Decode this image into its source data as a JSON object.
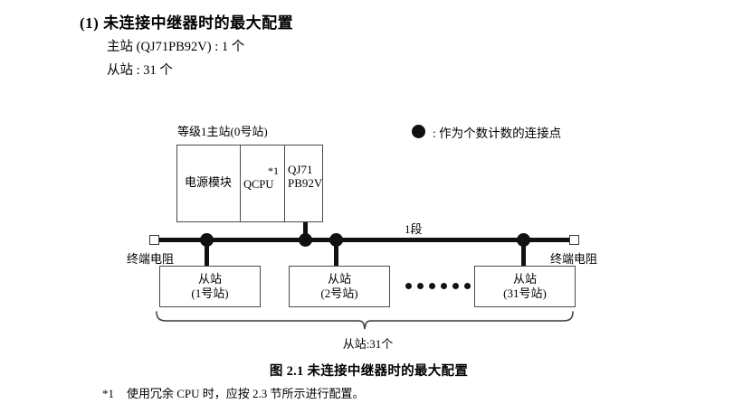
{
  "section": {
    "title": "(1) 未连接中继器时的最大配置",
    "lines": [
      "主站 (QJ71PB92V) : 1 个",
      "从站 : 31 个"
    ]
  },
  "legend": {
    "symbol": "filled-circle",
    "text": ": 作为个数计数的连接点"
  },
  "diagram": {
    "rack": {
      "caption": "等级1主站(0号站)",
      "cells": [
        {
          "label": "电源模块"
        },
        {
          "label": "QCPU",
          "footnote_mark": "*1"
        },
        {
          "label_line1": "QJ71",
          "label_line2": "PB92V"
        }
      ]
    },
    "bus": {
      "segment_label": "1段",
      "terminator_left": "终端电阻",
      "terminator_right": "终端电阻"
    },
    "slaves": [
      {
        "line1": "从站",
        "line2": "(1号站)"
      },
      {
        "line1": "从站",
        "line2": "(2号站)"
      },
      {
        "line1": "从站",
        "line2": "(31号站)"
      }
    ],
    "ellipsis_dots": 6,
    "brace_label": "从站:31个"
  },
  "figure_caption": "图 2.1  未连接中继器时的最大配置",
  "footnote": {
    "mark": "*1",
    "text": "使用冗余 CPU 时，应按 2.3 节所示进行配置。"
  },
  "colors": {
    "ink": "#000000",
    "line": "#4a4a4a",
    "bus": "#111111",
    "page": "#ffffff"
  }
}
